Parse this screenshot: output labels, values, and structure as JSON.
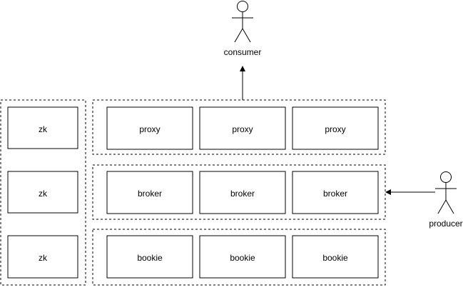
{
  "actors": {
    "consumer": "consumer",
    "producer": "producer"
  },
  "zk": [
    "zk",
    "zk",
    "zk"
  ],
  "proxy": [
    "proxy",
    "proxy",
    "proxy"
  ],
  "broker": [
    "broker",
    "broker",
    "broker"
  ],
  "bookie": [
    "bookie",
    "bookie",
    "bookie"
  ]
}
